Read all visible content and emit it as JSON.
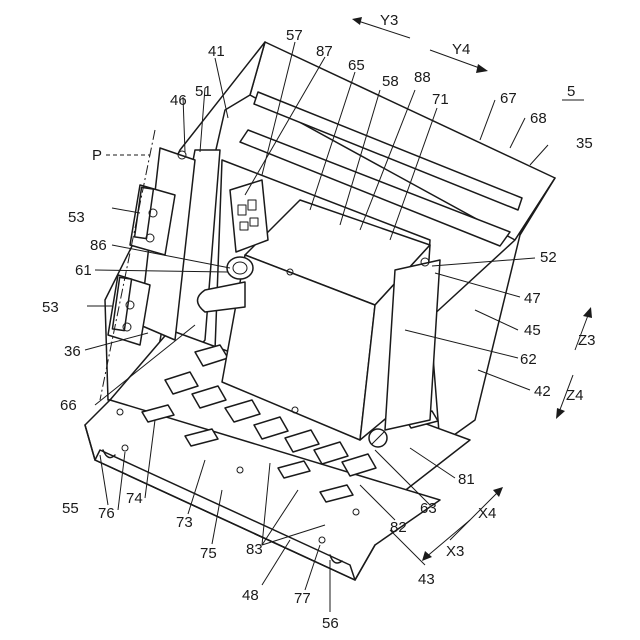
{
  "figure_ref": "5",
  "labels": {
    "l5": "5",
    "l35": "35",
    "l36": "36",
    "l41": "41",
    "l42": "42",
    "l43": "43",
    "l45": "45",
    "l46": "46",
    "l47": "47",
    "l48": "48",
    "l51": "51",
    "l52": "52",
    "l53a": "53",
    "l53b": "53",
    "l55": "55",
    "l56": "56",
    "l57": "57",
    "l58": "58",
    "l61": "61",
    "l62": "62",
    "l63": "63",
    "l65": "65",
    "l66": "66",
    "l67": "67",
    "l68": "68",
    "l71": "71",
    "l73": "73",
    "l74": "74",
    "l75": "75",
    "l76": "76",
    "l77": "77",
    "l81": "81",
    "l82": "82",
    "l83": "83",
    "l86": "86",
    "l87": "87",
    "l88": "88",
    "lP": "P"
  },
  "directions": {
    "y3": "Y3",
    "y4": "Y4",
    "z3": "Z3",
    "z4": "Z4",
    "x3": "X3",
    "x4": "X4"
  }
}
